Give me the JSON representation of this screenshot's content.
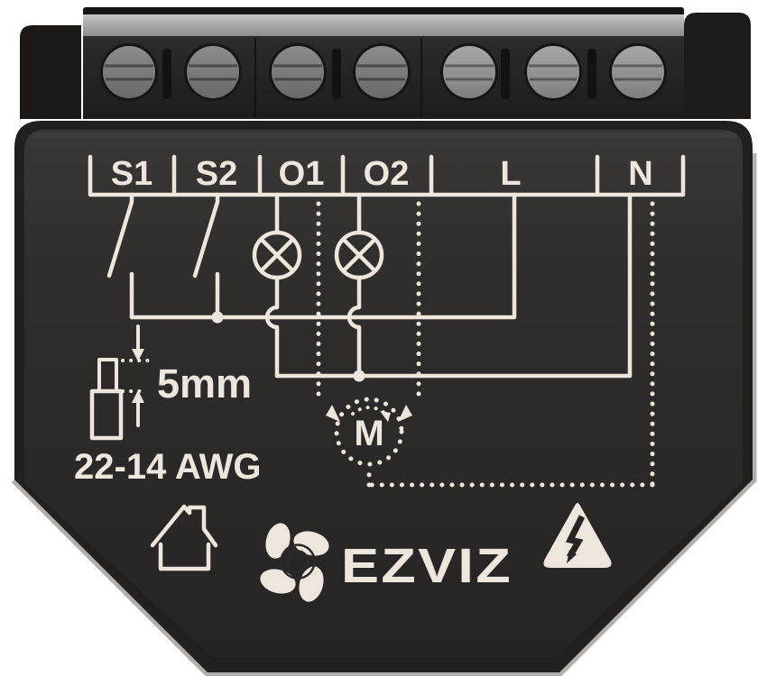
{
  "product": {
    "brand_wordmark": "EZVIZ",
    "terminals": [
      "S1",
      "S2",
      "O1",
      "O2",
      "L",
      "N"
    ],
    "motor_label": "M",
    "strip_length_label": "5mm",
    "wire_gauge_label": "22-14 AWG"
  },
  "style": {
    "background_color": "#ffffff",
    "body_color": "#2e2c2b",
    "print_color": "#ece6dd",
    "terminal_strip_color": "#a9a8a7",
    "screw_color_dark": "#7b7977",
    "screw_color_light": "#949290",
    "bevel_highlight_color": "#b2afac"
  },
  "icons": {
    "switch_symbols": 2,
    "lamp_symbols": 2,
    "motor_symbol": 1,
    "indoor_use_house_icon": 1,
    "ezviz_flower_icon": 1,
    "high_voltage_warning_icon": 1,
    "screw_count": 7
  }
}
